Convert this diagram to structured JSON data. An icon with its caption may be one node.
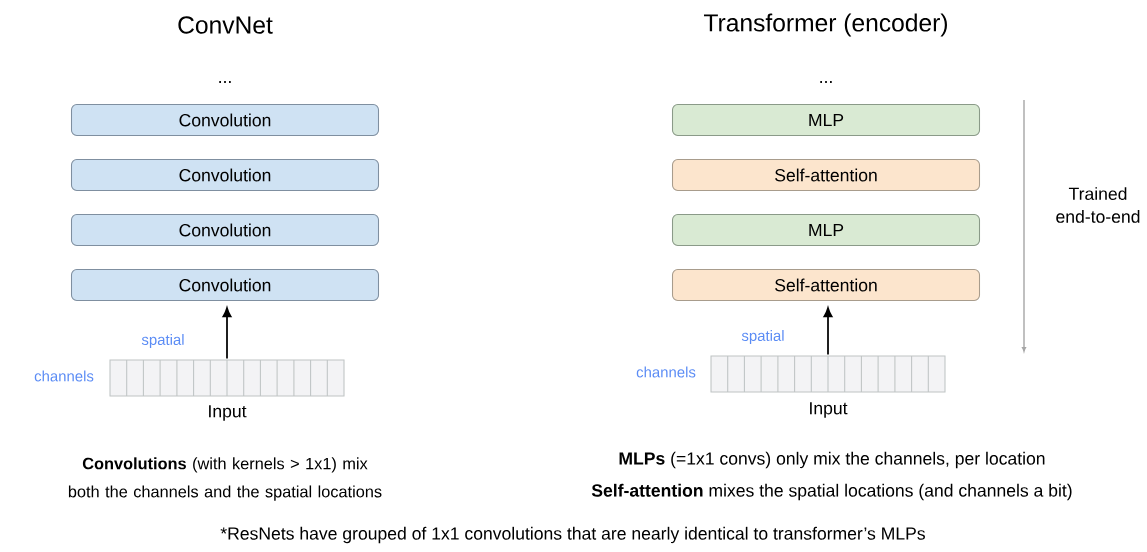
{
  "diagram": {
    "nodes": [
      {
        "text": [
          "Convolution"
        ]
      },
      {
        "text": [
          "Convolution"
        ]
      },
      {
        "text": [
          "Convolution"
        ]
      },
      {
        "text": [
          "Convolution"
        ]
      },
      {
        "text": [
          "Input"
        ],
        "beside": [
          "spatial",
          "channels"
        ]
      },
      {
        "text": [
          "MLP"
        ]
      },
      {
        "text": [
          "Self-attention"
        ]
      },
      {
        "text": [
          "MLP"
        ]
      },
      {
        "text": [
          "Self-attention"
        ]
      },
      {
        "text": [
          "Input"
        ],
        "beside": [
          "spatial",
          "channels"
        ]
      }
    ],
    "edges": [
      {
        "from": 4,
        "to": 3,
        "arrow": "to"
      },
      {
        "from": 9,
        "to": 8,
        "arrow": "to"
      }
    ],
    "labels": [
      "ConvNet",
      "Transformer (encoder)",
      "...",
      "...",
      "Trained end-to-end",
      "**Convolutions** (with kernels > 1x1) mix both the channels and the spatial locations",
      "**MLPs** (=1x1 convs) only mix the channels, per location",
      "**Self-attention** mixes the spatial locations (and channels a bit)",
      "*ResNets have grouped of 1x1 convolutions that are nearly identical to transformer’s MLPs"
    ]
  }
}
